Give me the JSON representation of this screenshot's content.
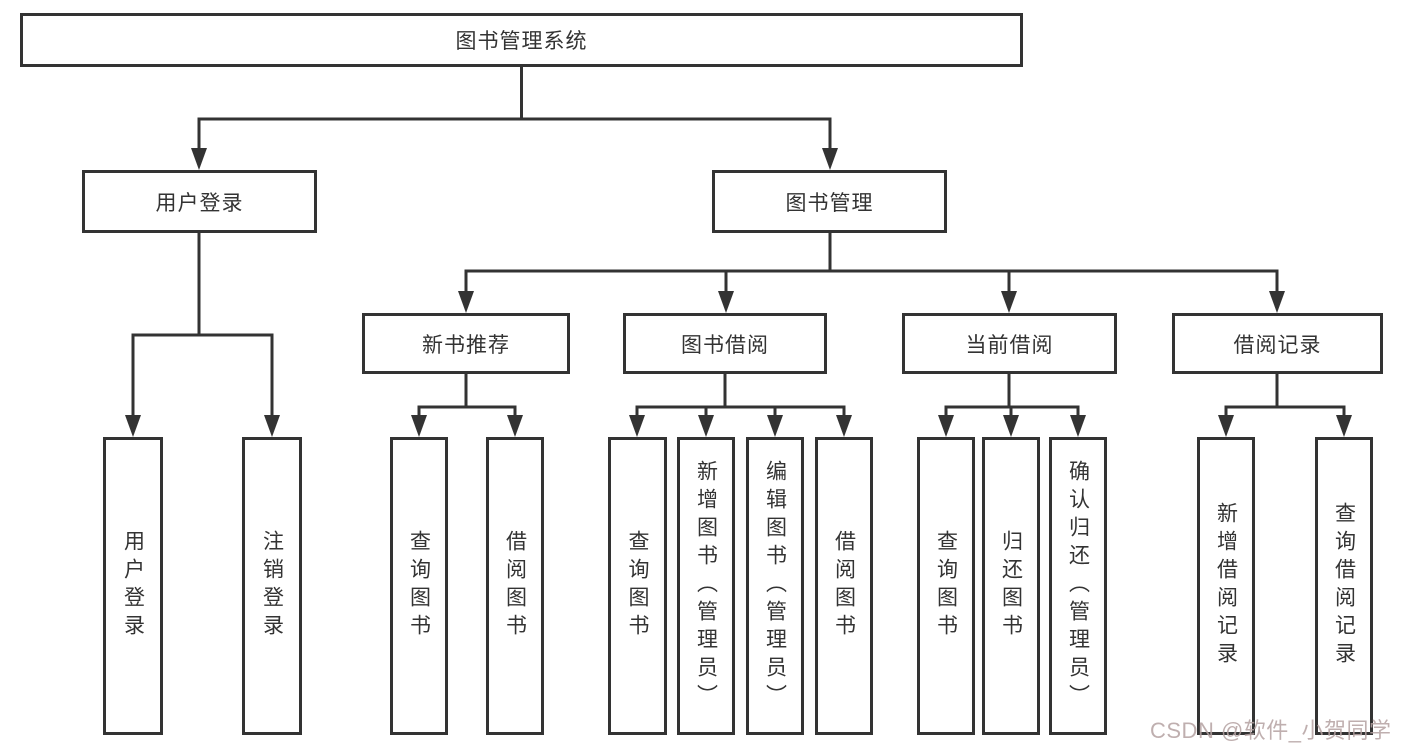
{
  "colors": {
    "line": "#333333",
    "box_background": "#ffffff",
    "watermark": "#b5a2a2"
  },
  "tree": {
    "root": "图书管理系统",
    "login": {
      "label": "用户登录",
      "children": [
        "用户登录",
        "注销登录"
      ]
    },
    "mgmt": {
      "label": "图书管理",
      "groups": [
        {
          "label": "新书推荐",
          "children": [
            "查询图书",
            "借阅图书"
          ]
        },
        {
          "label": "图书借阅",
          "children": [
            "查询图书",
            "新增图书（管理员）",
            "编辑图书（管理员）",
            "借阅图书"
          ]
        },
        {
          "label": "当前借阅",
          "children": [
            "查询图书",
            "归还图书",
            "确认归还（管理员）"
          ]
        },
        {
          "label": "借阅记录",
          "children": [
            "新增借阅记录",
            "查询借阅记录"
          ]
        }
      ]
    }
  },
  "watermark": "CSDN @软件_小贺同学"
}
